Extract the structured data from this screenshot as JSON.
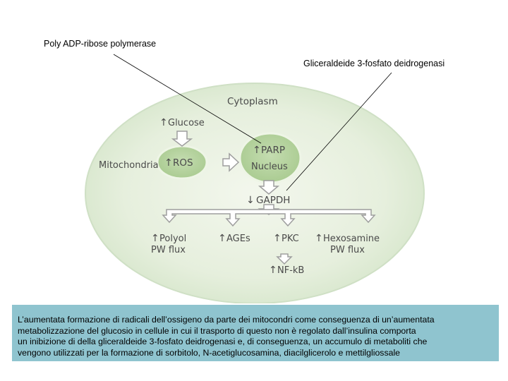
{
  "labels": {
    "parp": "Poly ADP-ribose polymerase",
    "gapdh": "Gliceraldeide 3-fosfato deidrogenasi"
  },
  "diagram": {
    "cytoplasm": "Cytoplasm",
    "glucose": "Glucose",
    "mitochondria": "Mitochondria",
    "ros": "ROS",
    "parp": "PARP",
    "nucleus": "Nucleus",
    "gapdh": "GAPDH",
    "polyol": "Polyol",
    "polyol_flux": "PW flux",
    "ages": "AGEs",
    "pkc": "PKC",
    "hexosamine": "Hexosamine",
    "hexosamine_flux": "PW flux",
    "nfkb": "NF-kB",
    "up_arrow": "↑",
    "down_arrow": "↓"
  },
  "caption": {
    "lines": [
      "L’aumentata formazione di radicali dell’ossigeno da parte dei mitocondri come conseguenza di un’aumentata",
      "metabolizzazione del glucosio in cellule in cui il trasporto di questo non è regolato dall’insulina comporta",
      "un inibizione di della gliceraldeide 3-fosfato deidrogenasi e, di conseguenza, un accumulo di metaboliti che",
      "vengono utilizzati per la formazione di sorbitolo, N-acetiglucosamina, diacilglicerolo e mettilgliossale"
    ]
  },
  "colors": {
    "cell_fill": "#e6efdd",
    "cell_edge": "#c9dcc0",
    "organelle_fill": "#b2d19b",
    "organelle_edge": "#e9f2df",
    "text": "#4a4a4a",
    "caption_bg": "#8fc4cf"
  }
}
